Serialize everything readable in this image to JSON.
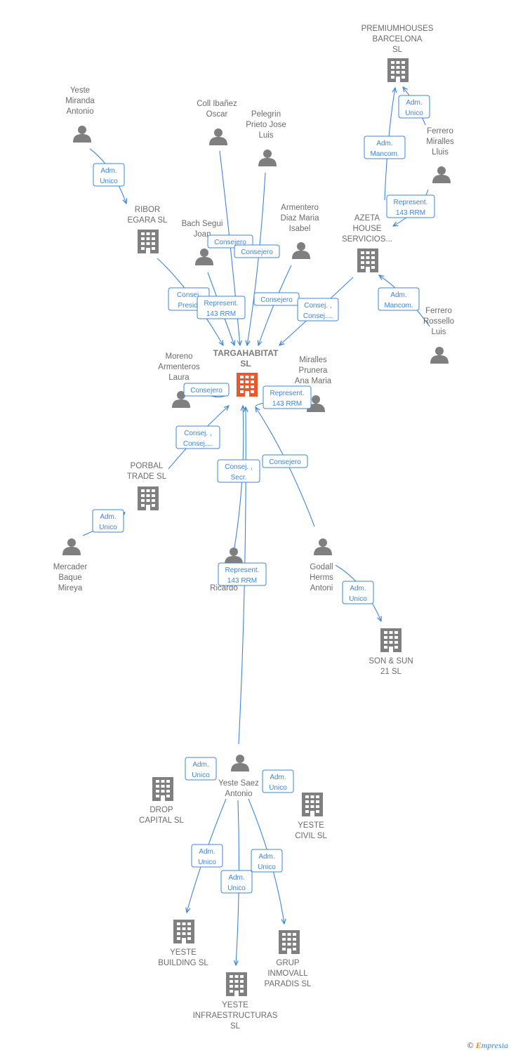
{
  "colors": {
    "edge": "#3f86d6",
    "node": "#7f7f7f",
    "center": "#e8582e",
    "text": "#6b6b6b"
  },
  "center": {
    "lines": [
      "TARGAHABITAT",
      "SL"
    ]
  },
  "nodes": [
    {
      "id": "premiumhouses",
      "type": "company",
      "lines": [
        "PREMIUMHOUSES",
        "BARCELONA",
        "SL"
      ]
    },
    {
      "id": "yeste-miranda",
      "type": "person",
      "lines": [
        "Yeste",
        "Miranda",
        "Antonio"
      ]
    },
    {
      "id": "coll",
      "type": "person",
      "lines": [
        "Coll Ibañez",
        "Oscar"
      ]
    },
    {
      "id": "pelegrin",
      "type": "person",
      "lines": [
        "Pelegrin",
        "Prieto Jose",
        "Luis"
      ]
    },
    {
      "id": "ferrero-miralles",
      "type": "person",
      "lines": [
        "Ferrero",
        "Miralles",
        "Lluis"
      ]
    },
    {
      "id": "ribor",
      "type": "company",
      "lines": [
        "RIBOR",
        "EGARA SL"
      ]
    },
    {
      "id": "bach",
      "type": "person",
      "lines": [
        "Bach Segui",
        "Joan"
      ]
    },
    {
      "id": "armentero",
      "type": "person",
      "lines": [
        "Armentero",
        "Diaz Maria",
        "Isabel"
      ]
    },
    {
      "id": "azeta",
      "type": "company",
      "lines": [
        "AZETA",
        "HOUSE",
        "SERVICIOS..."
      ]
    },
    {
      "id": "ferrero-rossello",
      "type": "person",
      "lines": [
        "Ferrero",
        "Rossello",
        "Luis"
      ]
    },
    {
      "id": "moreno",
      "type": "person",
      "lines": [
        "Moreno",
        "Armenteros",
        "Laura"
      ]
    },
    {
      "id": "miralles-prunera",
      "type": "person",
      "lines": [
        "Miralles",
        "Prunera",
        "Ana Maria"
      ]
    },
    {
      "id": "porbal",
      "type": "company",
      "lines": [
        "PORBAL",
        "TRADE  SL"
      ]
    },
    {
      "id": "mercader",
      "type": "person",
      "lines": [
        "Mercader",
        "Baque",
        "Mireya"
      ]
    },
    {
      "id": "jo-ricardo",
      "type": "person",
      "lines": [
        "Jo",
        "Ricardo"
      ]
    },
    {
      "id": "godall",
      "type": "person",
      "lines": [
        "Godall",
        "Herms",
        "Antoni"
      ]
    },
    {
      "id": "son-sun",
      "type": "company",
      "lines": [
        "SON & SUN",
        "21  SL"
      ]
    },
    {
      "id": "yeste-saez",
      "type": "person",
      "lines": [
        "Yeste Saez",
        "Antonio"
      ]
    },
    {
      "id": "drop",
      "type": "company",
      "lines": [
        "DROP",
        "CAPITAL  SL"
      ]
    },
    {
      "id": "yeste-civil",
      "type": "company",
      "lines": [
        "YESTE",
        "CIVIL  SL"
      ]
    },
    {
      "id": "yeste-building",
      "type": "company",
      "lines": [
        "YESTE",
        "BUILDING  SL"
      ]
    },
    {
      "id": "grup-inmovall",
      "type": "company",
      "lines": [
        "GRUP",
        "INMOVALL",
        "PARADIS  SL"
      ]
    },
    {
      "id": "yeste-infra",
      "type": "company",
      "lines": [
        "YESTE",
        "INFRAESTRUCTURAS",
        "SL"
      ]
    }
  ],
  "edge_labels": [
    {
      "id": "premium-adm",
      "lines": [
        "Adm.",
        "Unico"
      ]
    },
    {
      "id": "azeta-premium",
      "lines": [
        "Adm.",
        "Mancom."
      ]
    },
    {
      "id": "yeste-ribor",
      "lines": [
        "Adm.",
        "Unico"
      ]
    },
    {
      "id": "ferrero-azeta",
      "lines": [
        "Represent.",
        "143 RRM"
      ]
    },
    {
      "id": "coll-cons",
      "lines": [
        "Consejero"
      ]
    },
    {
      "id": "pelegrin-cons",
      "lines": [
        "Consejero"
      ]
    },
    {
      "id": "ribor-cons",
      "lines": [
        "Consej.",
        "Presid."
      ]
    },
    {
      "id": "ribor-rep",
      "lines": [
        "Represent.",
        "143 RRM"
      ]
    },
    {
      "id": "armentero-cons",
      "lines": [
        "Consejero"
      ]
    },
    {
      "id": "azeta-cons",
      "lines": [
        "Consej. ,",
        "Consej...."
      ]
    },
    {
      "id": "rossello-azeta",
      "lines": [
        "Adm.",
        "Mancom."
      ]
    },
    {
      "id": "moreno-cons",
      "lines": [
        "Consejero"
      ]
    },
    {
      "id": "miralles-rep",
      "lines": [
        "Represent.",
        "143 RRM"
      ]
    },
    {
      "id": "porbal-cons",
      "lines": [
        "Consej. ,",
        "Consej...."
      ]
    },
    {
      "id": "jo-cons",
      "lines": [
        "Consej. ,",
        "Secr."
      ]
    },
    {
      "id": "godall-cons",
      "lines": [
        "Consejero"
      ]
    },
    {
      "id": "mercader-porbal",
      "lines": [
        "Adm.",
        "Unico"
      ]
    },
    {
      "id": "yeste-rep",
      "lines": [
        "Represent.",
        "143 RRM"
      ]
    },
    {
      "id": "godall-son",
      "lines": [
        "Adm.",
        "Unico"
      ]
    },
    {
      "id": "saez-drop",
      "lines": [
        "Adm.",
        "Unico"
      ]
    },
    {
      "id": "saez-civil",
      "lines": [
        "Adm.",
        "Unico"
      ]
    },
    {
      "id": "saez-building",
      "lines": [
        "Adm.",
        "Unico"
      ]
    },
    {
      "id": "saez-infra",
      "lines": [
        "Adm.",
        "Unico"
      ]
    },
    {
      "id": "saez-grup",
      "lines": [
        "Adm.",
        "Unico"
      ]
    }
  ],
  "footer": {
    "copyright": "©",
    "brand_e": "E",
    "brand_rest": "mpresia"
  }
}
